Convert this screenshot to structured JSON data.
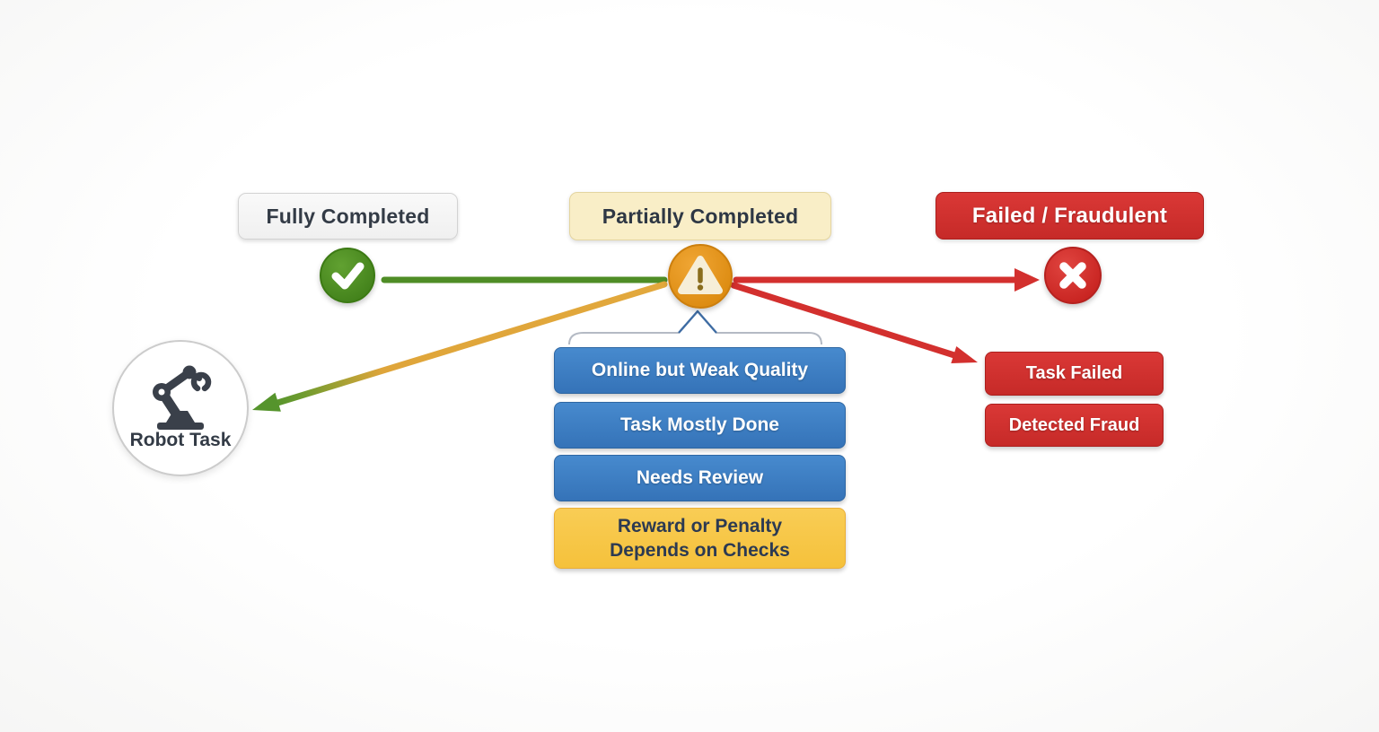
{
  "canvas": {
    "background": "#fdfdfd"
  },
  "palette": {
    "green": "#4f8d26",
    "green_dark": "#3c7a14",
    "amber": "#e2a83c",
    "orange": "#e6951f",
    "orange_dark": "#cc7f0e",
    "red": "#d3302e",
    "red_dark": "#ab1f1d",
    "blue": "#3a7dc4",
    "blue_dark": "#2e66a2",
    "yellow": "#f8c847",
    "yellow_border": "#e9ad37",
    "cream_panel": "#f9eec7",
    "cream_border": "#e4d5a0",
    "gray_panel": "#f4f4f4",
    "gray_border": "#d3d3d3",
    "ink": "#333b46",
    "triangle_cream": "#f6eed8",
    "exclamation": "#8a6d1d",
    "bracket_gray": "#b4bac4",
    "bracket_blue": "#3e6ca3",
    "white": "#ffffff"
  },
  "nodes": {
    "fully_completed": {
      "label": "Fully Completed",
      "icon": "check-icon"
    },
    "partially_completed": {
      "label": "Partially Completed",
      "icon": "warning-icon"
    },
    "failed_fraudulent": {
      "label": "Failed / Fraudulent",
      "icon": "x-icon"
    },
    "robot_task": {
      "label": "Robot Task",
      "icon": "robot-arm-icon"
    }
  },
  "partial_branch": {
    "items": [
      {
        "label": "Online but Weak Quality"
      },
      {
        "label": "Task Mostly Done"
      },
      {
        "label": "Needs Review"
      }
    ],
    "note": {
      "line1": "Reward or Penalty",
      "line2": "Depends on Checks"
    }
  },
  "failed_branch": {
    "items": [
      {
        "label": "Task Failed"
      },
      {
        "label": "Detected Fraud"
      }
    ]
  },
  "connectors": [
    {
      "name": "check-to-warning",
      "from": "check-icon",
      "to": "warning-icon",
      "color": "#4f8d26",
      "arrowhead": false
    },
    {
      "name": "warning-to-robot",
      "from": "warning-icon",
      "to": "robot-task",
      "color_start": "#e2a83c",
      "color_end": "#55942c",
      "arrowhead": true
    },
    {
      "name": "warning-to-x",
      "from": "warning-icon",
      "to": "x-icon",
      "color": "#d3302e",
      "arrowhead": true
    },
    {
      "name": "warning-to-task-failed",
      "from": "warning-icon",
      "to": "task-failed-box",
      "color": "#d3302e",
      "arrowhead": true
    }
  ]
}
